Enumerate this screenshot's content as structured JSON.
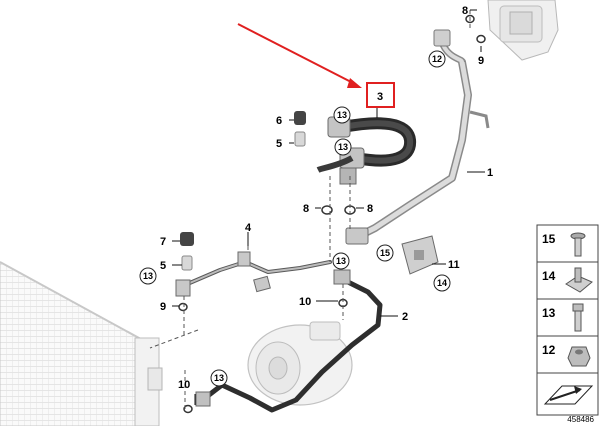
{
  "callouts": {
    "c1": "1",
    "c2": "2",
    "c3": "3",
    "c4": "4",
    "c5a": "5",
    "c5b": "5",
    "c6": "6",
    "c7": "7",
    "c8a": "8",
    "c8b": "8",
    "c8c": "8",
    "c9a": "9",
    "c9b": "9",
    "c10a": "10",
    "c10b": "10",
    "c11": "11",
    "c12": "12",
    "c13a": "13",
    "c13b": "13",
    "c13c": "13",
    "c13d": "13",
    "c13e": "13",
    "c14": "14",
    "c15": "15"
  },
  "legend": {
    "l15": "15",
    "l14": "14",
    "l13": "13",
    "l12": "12"
  },
  "diagram_number": "458486",
  "highlight_color": "#e02020"
}
